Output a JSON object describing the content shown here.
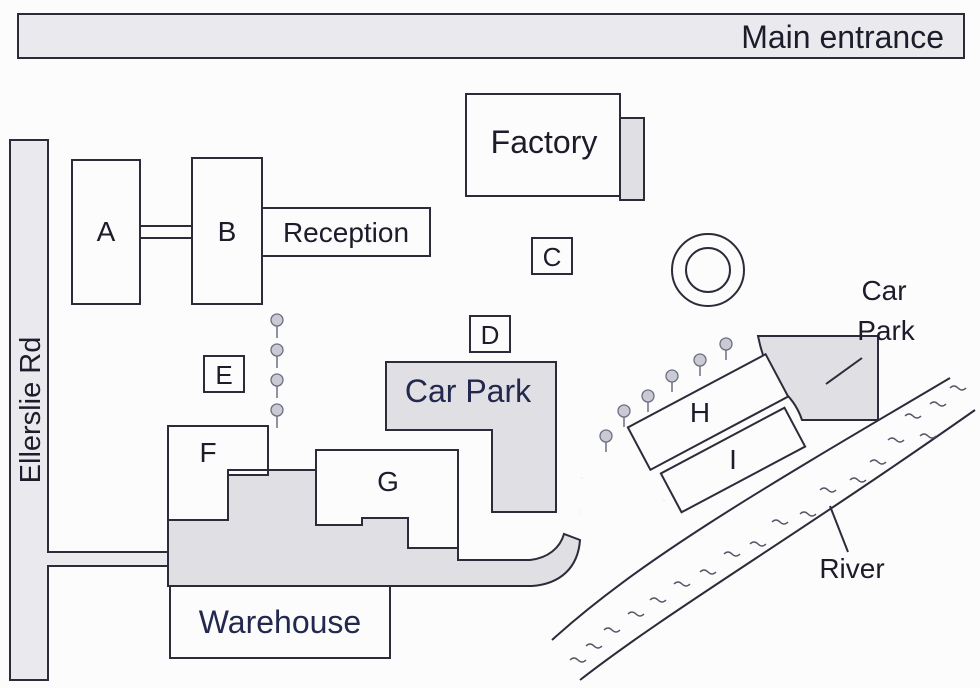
{
  "map": {
    "main_entrance": "Main entrance",
    "road_ellerslie": "Ellerslie Rd",
    "factory": "Factory",
    "reception": "Reception",
    "warehouse": "Warehouse",
    "car_park_centre": "Car Park",
    "car_park_right_line1": "Car",
    "car_park_right_line2": "Park",
    "river": "River",
    "building_a": "A",
    "building_b": "B",
    "label_c": "C",
    "label_d": "D",
    "label_e": "E",
    "building_f": "F",
    "building_g": "G",
    "building_h": "H",
    "building_i": "I"
  }
}
